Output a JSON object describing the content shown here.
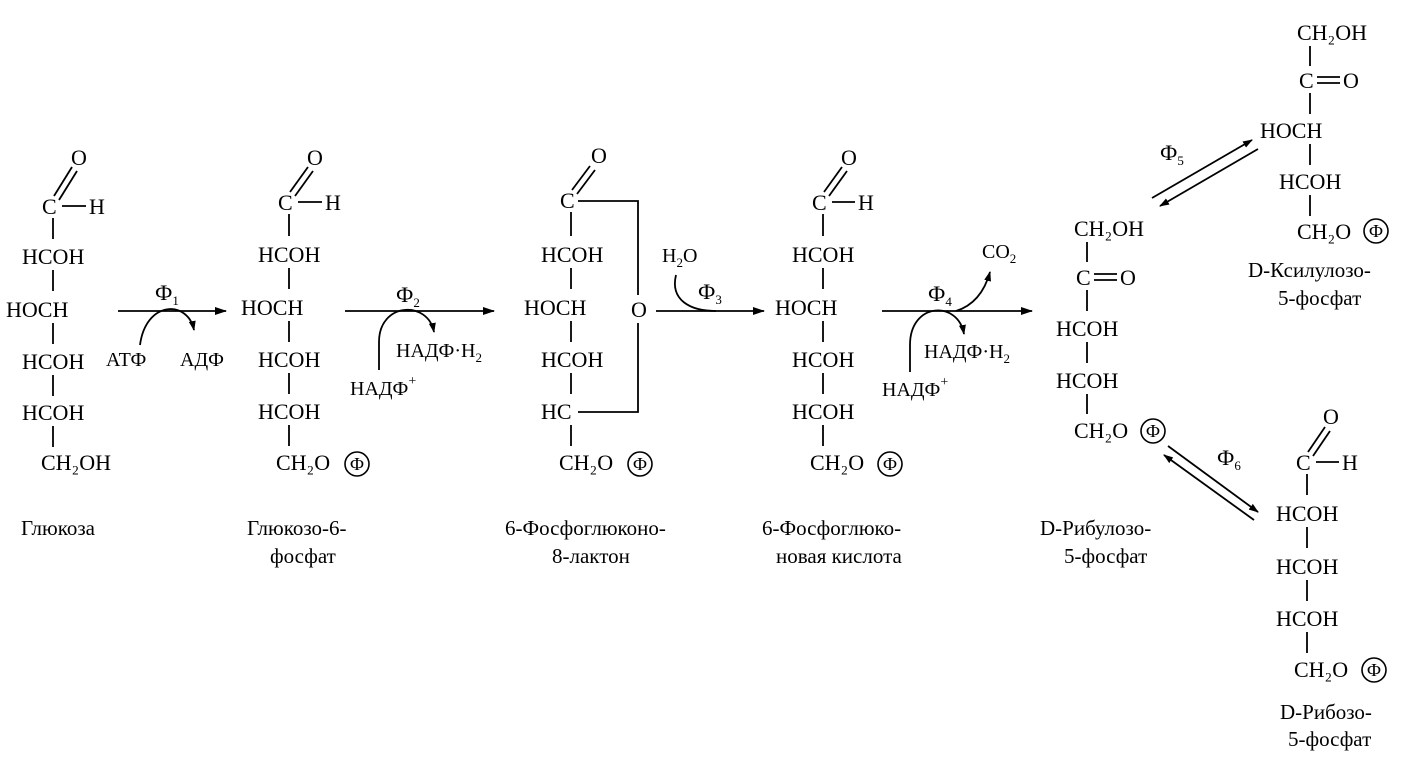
{
  "phosphate_symbol": "Ф",
  "molecules": {
    "glucose": {
      "o_top": "O",
      "c1": "C",
      "h1": "H",
      "rows": [
        "HCOH",
        "HOCH",
        "HCOH",
        "HCOH"
      ],
      "end": "CH₂OH",
      "name_lines": [
        "Глюкоза"
      ]
    },
    "g6p": {
      "o_top": "O",
      "c1": "C",
      "h1": "H",
      "rows": [
        "HCOH",
        "HOCH",
        "HCOH",
        "HCOH"
      ],
      "end": "CH₂O",
      "name_lines": [
        "Глюкозо-6-",
        "фосфат"
      ]
    },
    "lactone": {
      "o_top": "O",
      "c1": "C",
      "rows": [
        "HCOH",
        "HOCH",
        "HCOH",
        "HC"
      ],
      "ring_o": "O",
      "end": "CH₂O",
      "name_lines": [
        "6-Фосфоглюконо-",
        "8-лактон"
      ]
    },
    "gluconate": {
      "o_top": "O",
      "c1": "C",
      "h1": "H",
      "rows": [
        "HCOH",
        "HOCH",
        "HCOH",
        "HCOH"
      ],
      "end": "CH₂O",
      "name_lines": [
        "6-Фосфоглюко-",
        "новая кислота"
      ]
    },
    "ribulose": {
      "top": "CH₂OH",
      "c2": "C",
      "o2": "O",
      "rows": [
        "HCOH",
        "HCOH"
      ],
      "end": "CH₂O",
      "name_lines": [
        "D-Рибулозо-",
        "5-фосфат"
      ]
    },
    "xylulose": {
      "top": "CH₂OH",
      "c2": "C",
      "o2": "O",
      "rows": [
        "HOCH",
        "HCOH"
      ],
      "end": "CH₂O",
      "name_lines": [
        "D-Ксилулозо-",
        "5-фосфат"
      ]
    },
    "ribose": {
      "o_top": "O",
      "c1": "C",
      "h1": "H",
      "rows": [
        "HCOH",
        "HCOH",
        "HCOH"
      ],
      "end": "CH₂O",
      "name_lines": [
        "D-Рибозо-",
        "5-фосфат"
      ]
    }
  },
  "reactions": {
    "r1": {
      "enzyme": "Ф",
      "enzyme_sub": "1",
      "in": "АТФ",
      "out": "АДФ"
    },
    "r2": {
      "enzyme": "Ф",
      "enzyme_sub": "2",
      "in": "НАДФ",
      "in_sup": "+",
      "out": "НАДФ·Н",
      "out_sub": "2"
    },
    "r3": {
      "enzyme": "Ф",
      "enzyme_sub": "3",
      "in": "Н",
      "in_sub": "2",
      "in_tail": "О"
    },
    "r4": {
      "enzyme": "Ф",
      "enzyme_sub": "4",
      "in": "НАДФ",
      "in_sup": "+",
      "out": "НАДФ·Н",
      "out_sub": "2",
      "gas": "CO",
      "gas_sub": "2"
    },
    "r5": {
      "enzyme": "Ф",
      "enzyme_sub": "5"
    },
    "r6": {
      "enzyme": "Ф",
      "enzyme_sub": "6"
    }
  }
}
